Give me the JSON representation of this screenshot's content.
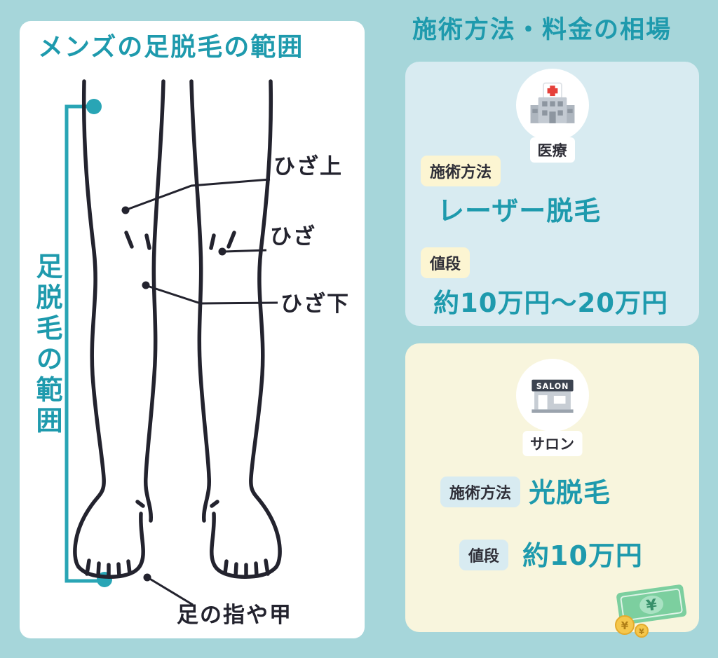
{
  "colors": {
    "background": "#a6d6da",
    "accent_teal": "#1e9aad",
    "ink": "#23232e",
    "dot_teal": "#29a5b5",
    "card_medical_bg": "#d8ebf1",
    "card_salon_bg": "#f8f5dd",
    "badge_cream": "#fcf5d2",
    "badge_blue": "#d8ebf1",
    "cross_red": "#e5403a",
    "money_green": "#7ccf9f",
    "coin_yellow": "#f5c74c"
  },
  "icons": {
    "medical": "hospital-icon",
    "salon": "storefront-icon",
    "money": "money-icon"
  },
  "left_panel": {
    "title": "メンズの足脱毛の範囲",
    "vertical_label": "足脱毛の範囲",
    "labels": {
      "above_knee": "ひざ上",
      "knee": "ひざ",
      "below_knee": "ひざ下",
      "foot": "足の指や甲"
    }
  },
  "right_panel": {
    "title": "施術方法・料金の相場",
    "medical": {
      "tag": "医療",
      "method_label": "施術方法",
      "method_value": "レーザー脱毛",
      "price_label": "値段",
      "price_value": "約10万円〜20万円"
    },
    "salon": {
      "tag": "サロン",
      "sign": "SALON",
      "method_label": "施術方法",
      "method_value": "光脱毛",
      "price_label": "値段",
      "price_value": "約10万円",
      "bill_symbol": "¥",
      "coin_symbol": "¥"
    }
  }
}
